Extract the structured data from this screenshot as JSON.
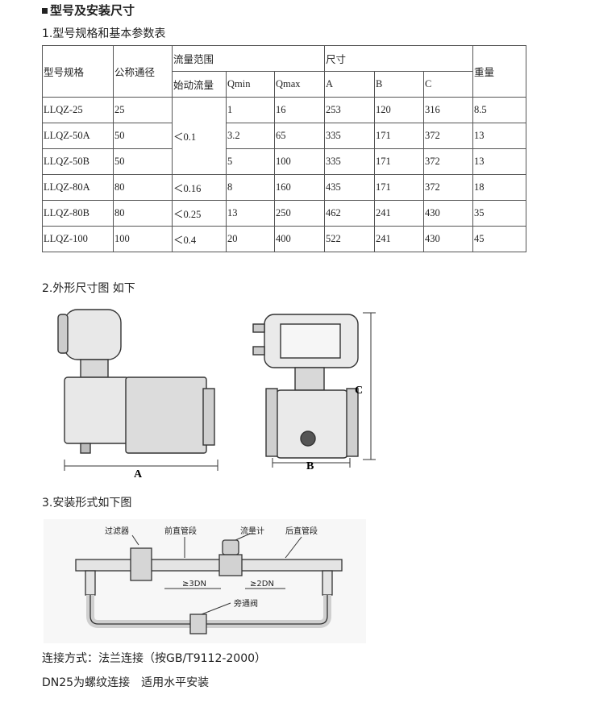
{
  "heading": "型号及安装尺寸",
  "section1": "1.型号规格和基本参数表",
  "table": {
    "h_model": "型号规格",
    "h_dn": "公称通径",
    "h_flow": "流量范围",
    "h_dim": "尺寸",
    "h_weight": "重量",
    "h_start": "始动流量",
    "h_qmin": "Qmin",
    "h_qmax": "Qmax",
    "h_a": "A",
    "h_b": "B",
    "h_c": "C",
    "rows": [
      {
        "model": "LLQZ-25",
        "dn": "25",
        "start": "",
        "qmin": "1",
        "qmax": "16",
        "a": "253",
        "b": "120",
        "c": "316",
        "w": "8.5"
      },
      {
        "model": "LLQZ-50A",
        "dn": "50",
        "start": "＜0.1",
        "qmin": "3.2",
        "qmax": "65",
        "a": "335",
        "b": "171",
        "c": "372",
        "w": "13"
      },
      {
        "model": "LLQZ-50B",
        "dn": "50",
        "start": "",
        "qmin": "5",
        "qmax": "100",
        "a": "335",
        "b": "171",
        "c": "372",
        "w": "13"
      },
      {
        "model": "LLQZ-80A",
        "dn": "80",
        "start": "＜0.16",
        "qmin": "8",
        "qmax": "160",
        "a": "435",
        "b": "171",
        "c": "372",
        "w": "18"
      },
      {
        "model": "LLQZ-80B",
        "dn": "80",
        "start": "＜0.25",
        "qmin": "13",
        "qmax": "250",
        "a": "462",
        "b": "241",
        "c": "430",
        "w": "35"
      },
      {
        "model": "LLQZ-100",
        "dn": "100",
        "start": "＜0.4",
        "qmin": "20",
        "qmax": "400",
        "a": "522",
        "b": "241",
        "c": "430",
        "w": "45"
      }
    ]
  },
  "section2": "2.外形尺寸图 如下",
  "fig1": {
    "label_a": "A",
    "label_b": "B",
    "label_c": "C"
  },
  "section3": "3.安装形式如下图",
  "fig2": {
    "filter": "过滤器",
    "front_pipe": "前直管段",
    "meter": "流量计",
    "rear_pipe": "后直管段",
    "dn3": "≥3DN",
    "dn2": "≥2DN",
    "bypass": "旁通阀"
  },
  "note1": "连接方式：法兰连接（按GB/T9112-2000）",
  "note2": "DN25为螺纹连接　适用水平安装"
}
